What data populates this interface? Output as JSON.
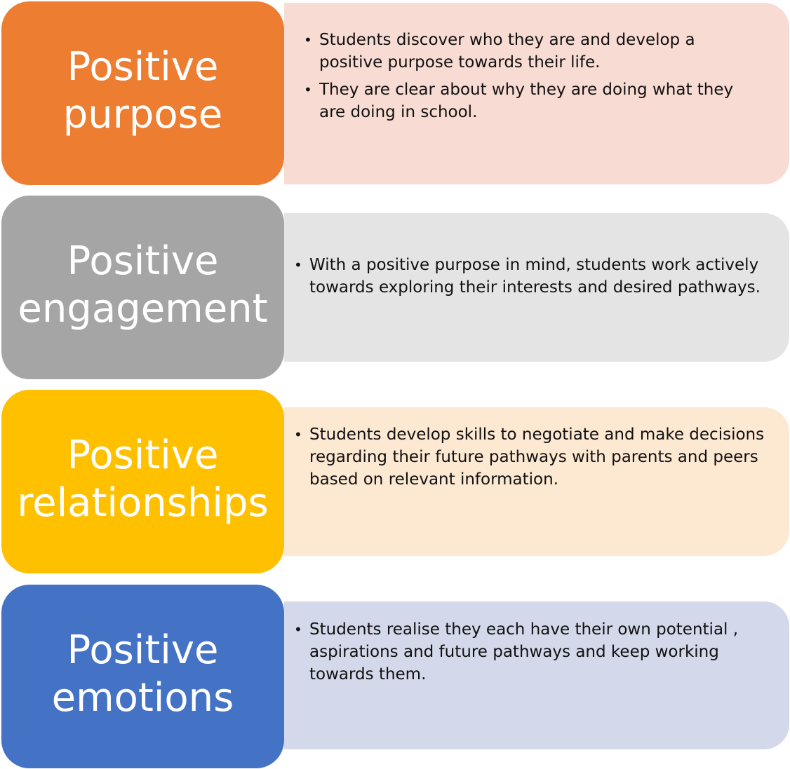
{
  "rows": [
    {
      "title_line1": "Positive",
      "title_line2": "purpose",
      "bullets": [
        "Students discover who they are and develop a positive purpose towards their life.",
        "They are clear about why they are doing what they are doing in school."
      ],
      "label_color": "#ED7D31",
      "desc_color": "#F8DBD3"
    },
    {
      "title_line1": "Positive",
      "title_line2": "engagement",
      "bullets": [
        "With a positive purpose in mind, students work actively towards exploring their interests and desired pathways."
      ],
      "label_color": "#A5A5A5",
      "desc_color": "#E4E4E4"
    },
    {
      "title_line1": "Positive",
      "title_line2": "relationships",
      "bullets": [
        "Students develop skills  to negotiate and make decisions regarding their future pathways with parents and peers based on relevant information."
      ],
      "label_color": "#FFC000",
      "desc_color": "#FDE8D2"
    },
    {
      "title_line1": "Positive",
      "title_line2": "emotions",
      "bullets": [
        "Students realise they each have their own potential , aspirations and future pathways and keep working towards them."
      ],
      "label_color": "#4472C4",
      "desc_color": "#D3D8EA"
    }
  ],
  "bullet_glyph": "•"
}
